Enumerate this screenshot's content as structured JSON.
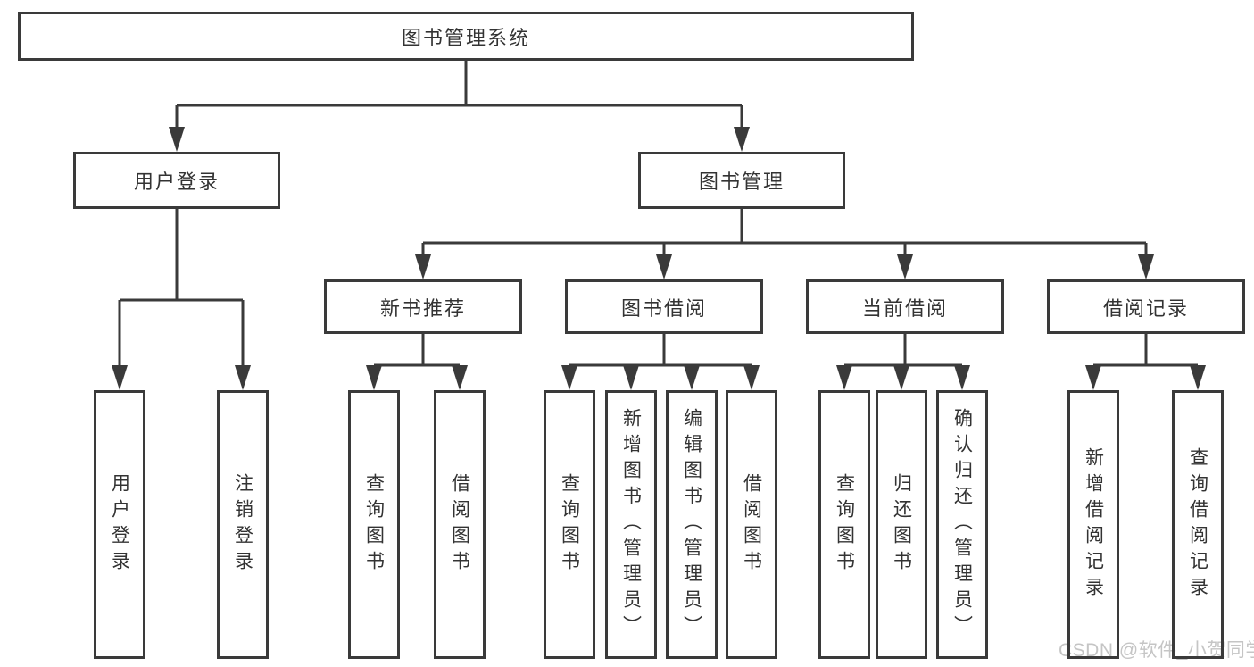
{
  "tree": {
    "root": {
      "label": "图书管理系统"
    },
    "branches": [
      {
        "label": "用户登录",
        "children": [
          "用户登录",
          "注销登录"
        ]
      },
      {
        "label": "图书管理",
        "sections": [
          {
            "label": "新书推荐",
            "children": [
              "查询图书",
              "借阅图书"
            ]
          },
          {
            "label": "图书借阅",
            "children": [
              "查询图书",
              "新增图书（管理员）",
              "编辑图书（管理员）",
              "借阅图书"
            ]
          },
          {
            "label": "当前借阅",
            "children": [
              "查询图书",
              "归还图书",
              "确认归还（管理员）"
            ]
          },
          {
            "label": "借阅记录",
            "children": [
              "新增借阅记录",
              "查询借阅记录"
            ]
          }
        ]
      }
    ]
  },
  "colors": {
    "line": "#3a3a3a",
    "text": "#333333",
    "watermark": "#c5c5c5"
  },
  "watermark": {
    "text": "CSDN @软件_小贺同学"
  }
}
